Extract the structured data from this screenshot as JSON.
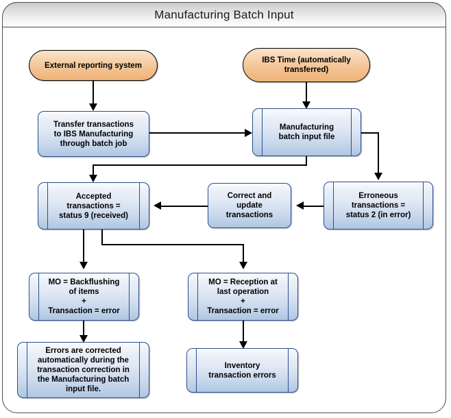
{
  "diagram": {
    "title": "Manufacturing Batch Input",
    "colors": {
      "frame_border": "#4d4d4d",
      "process_border": "#2a4d8f",
      "process_fill_top": "#fbfcfe",
      "process_fill_bottom": "#aec6e2",
      "terminator_border": "#000000",
      "terminator_fill_top": "#fbe4cc",
      "terminator_fill_bottom": "#efb277",
      "connector": "#000000",
      "title_fill_top": "#c9c9c9",
      "title_fill_bottom": "#ffffff",
      "canvas": "#ffffff"
    },
    "nodes": [
      {
        "id": "external-reporting-system",
        "shape": "terminator",
        "label": "External reporting system"
      },
      {
        "id": "ibs-time",
        "shape": "terminator",
        "label": "IBS Time (automatically\ntransferred)"
      },
      {
        "id": "transfer-transactions",
        "shape": "process",
        "label": "Transfer transactions\nto IBS Manufacturing\nthrough batch job"
      },
      {
        "id": "manufacturing-batch-input-file",
        "shape": "predefined-process",
        "label": "Manufacturing\nbatch input file"
      },
      {
        "id": "accepted-transactions",
        "shape": "predefined-process",
        "label": "Accepted\ntransactions =\nstatus 9 (received)"
      },
      {
        "id": "correct-and-update-transactions",
        "shape": "process",
        "label": "Correct and\nupdate\ntransactions"
      },
      {
        "id": "erroneous-transactions",
        "shape": "predefined-process",
        "label": "Erroneous\ntransactions =\nstatus 2 (in error)"
      },
      {
        "id": "mo-backflushing",
        "shape": "predefined-process",
        "label": "MO = Backflushing\nof items\n+\nTransaction = error"
      },
      {
        "id": "mo-reception",
        "shape": "predefined-process",
        "label": "MO = Reception at\nlast operation\n+\nTransaction = error"
      },
      {
        "id": "errors-corrected-automatically",
        "shape": "predefined-process",
        "label": "Errors are corrected\nautomatically during the\ntransaction correction in\nthe Manufacturing batch\ninput file."
      },
      {
        "id": "inventory-transaction-errors",
        "shape": "predefined-process",
        "label": "Inventory\ntransaction errors"
      }
    ],
    "edges": [
      {
        "from": "external-reporting-system",
        "to": "transfer-transactions",
        "label": ""
      },
      {
        "from": "ibs-time",
        "to": "manufacturing-batch-input-file",
        "label": ""
      },
      {
        "from": "transfer-transactions",
        "to": "manufacturing-batch-input-file",
        "label": ""
      },
      {
        "from": "manufacturing-batch-input-file",
        "to": "accepted-transactions",
        "label": ""
      },
      {
        "from": "manufacturing-batch-input-file",
        "to": "erroneous-transactions",
        "label": ""
      },
      {
        "from": "erroneous-transactions",
        "to": "correct-and-update-transactions",
        "label": ""
      },
      {
        "from": "correct-and-update-transactions",
        "to": "accepted-transactions",
        "label": ""
      },
      {
        "from": "accepted-transactions",
        "to": "mo-backflushing",
        "label": ""
      },
      {
        "from": "accepted-transactions",
        "to": "mo-reception",
        "label": ""
      },
      {
        "from": "mo-backflushing",
        "to": "errors-corrected-automatically",
        "label": ""
      },
      {
        "from": "mo-reception",
        "to": "inventory-transaction-errors",
        "label": ""
      }
    ]
  }
}
